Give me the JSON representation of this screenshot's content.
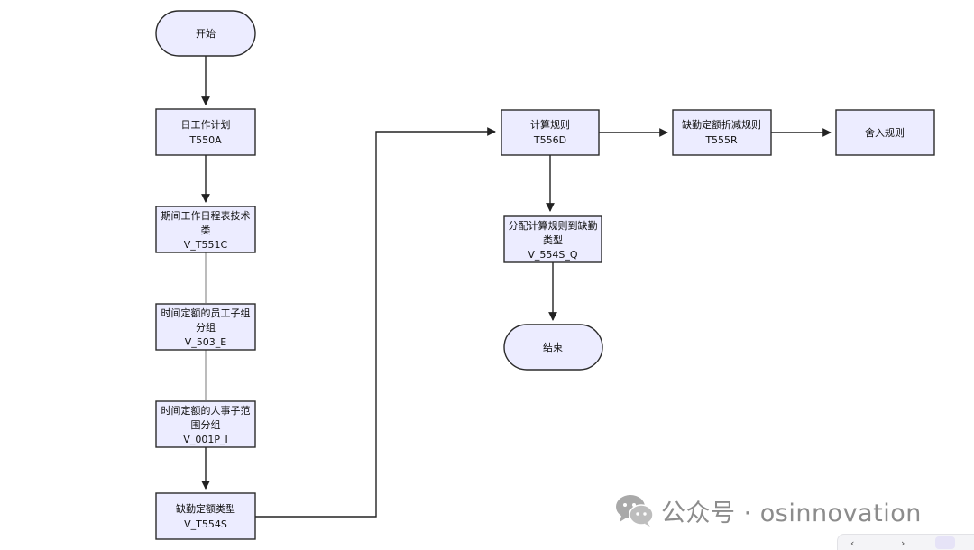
{
  "nodes": {
    "start": {
      "lines": [
        "开始"
      ]
    },
    "t550a": {
      "lines": [
        "日工作计划",
        "T550A"
      ]
    },
    "t551c": {
      "lines": [
        "期间工作日程表技术",
        "类",
        "V_T551C"
      ]
    },
    "v503e": {
      "lines": [
        "时间定额的员工子组",
        "分组",
        "V_503_E"
      ]
    },
    "v001pi": {
      "lines": [
        "时间定额的人事子范",
        "围分组",
        "V_001P_I"
      ]
    },
    "t554s": {
      "lines": [
        "缺勤定额类型",
        "V_T554S"
      ]
    },
    "t556d": {
      "lines": [
        "计算规则",
        "T556D"
      ]
    },
    "t555r": {
      "lines": [
        "缺勤定额折减规则",
        "T555R"
      ]
    },
    "rounding": {
      "lines": [
        "舍入规则"
      ]
    },
    "v554sq": {
      "lines": [
        "分配计算规则到缺勤",
        "类型",
        "V_554S_Q"
      ]
    },
    "end": {
      "lines": [
        "结束"
      ]
    }
  },
  "watermark": {
    "text": "公众号 · osinnovation",
    "icon": "wechat-icon"
  },
  "colors": {
    "node_fill": "#ECECFF",
    "node_stroke": "#2b2b2b",
    "edge": "#222222"
  }
}
